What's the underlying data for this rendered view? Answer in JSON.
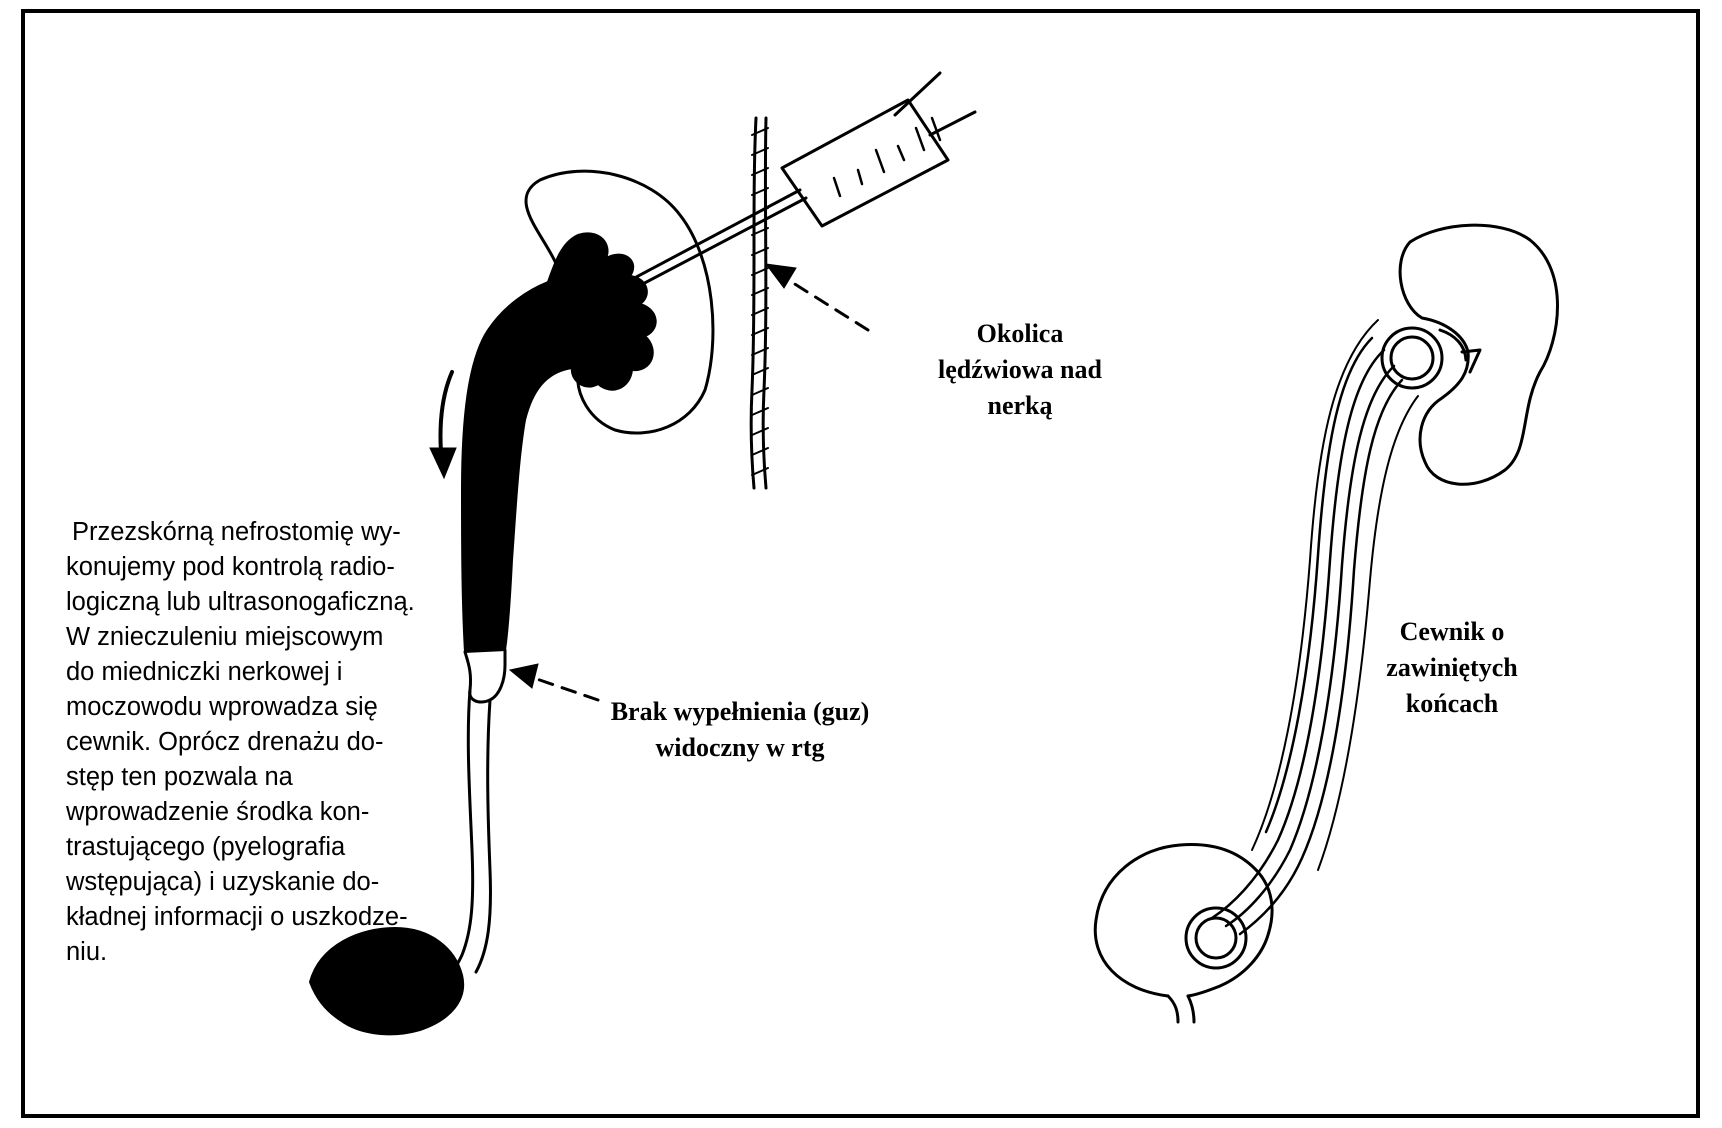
{
  "labels": {
    "lumbar": [
      "Okolica",
      "lędźwiowa nad",
      "nerką"
    ],
    "filling_defect": [
      "Brak wypełnienia  (guz)",
      "widoczny w rtg"
    ],
    "catheter": [
      "Cewnik  o",
      "zawiniętych",
      "końcach"
    ]
  },
  "description": [
    "Przezskórną nefrostomię wy-",
    "konujemy pod  kontrolą radio-",
    "logiczną lub ultrasonogaficzną.",
    "W  znieczuleniu  miejscowym",
    "do  miedniczki nerkowej i",
    "moczowodu  wprowadza  się",
    "cewnik.  Oprócz  drenażu  do-",
    "stęp      ten   pozwala   na",
    "wprowadzenie   środka   kon-",
    "trastującego   (pyelografia",
    "wstępująca)  i  uzyskanie  do-",
    "kładnej informacji o uszkodze-",
    "niu."
  ],
  "colors": {
    "ink": "#000000",
    "paper": "#ffffff"
  }
}
